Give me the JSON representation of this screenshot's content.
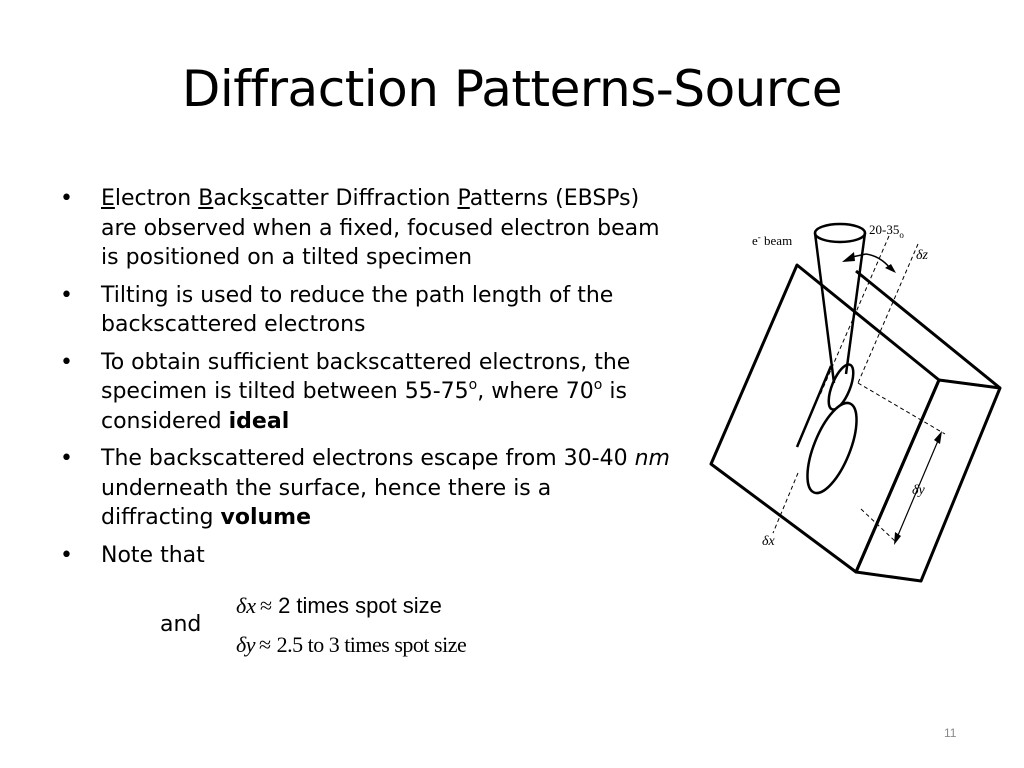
{
  "slide": {
    "title": "Diffraction Patterns-Source",
    "page_number": "11"
  },
  "bullets": {
    "b1": {
      "e_initial": "E",
      "e_rest": "lectron ",
      "b_initial": "B",
      "ack": "ack",
      "s_initial": "s",
      "catter": "catter Diffraction ",
      "p_initial": "P",
      "p_rest": "atterns",
      "rest": "(EBSPs) are observed when a fixed, focused electron beam is positioned on a tilted specimen"
    },
    "b2": {
      "text": "Tilting is used to reduce the path length of the backscattered electrons"
    },
    "b3": {
      "part1": "To obtain sufficient backscattered electrons, the specimen is tilted between 55-75",
      "deg1": "o",
      "part2": ", where 70",
      "deg2": "o",
      "part3": " is considered ",
      "bold": "ideal"
    },
    "b4": {
      "part1": "The backscattered electrons escape from 30-40 ",
      "italic": "nm",
      "part2": " underneath the surface, hence there is a diffracting ",
      "bold": "volume"
    },
    "b5": {
      "text": "Note that",
      "and": "and"
    }
  },
  "formulas": {
    "f1": {
      "symbol": "δx",
      "approx": "≈",
      "text": "2 times spot size"
    },
    "f2": {
      "symbol": "δy",
      "approx": "≈",
      "text": "2.5 to 3 times spot size"
    }
  },
  "diagram": {
    "beam_label": "e",
    "beam_label_sup": "-",
    "beam_label_rest": " beam",
    "angle_label": "20-35",
    "angle_label_sup": "o",
    "dz_label": "δz",
    "dy_label": "δy",
    "dx_label": "δx"
  }
}
